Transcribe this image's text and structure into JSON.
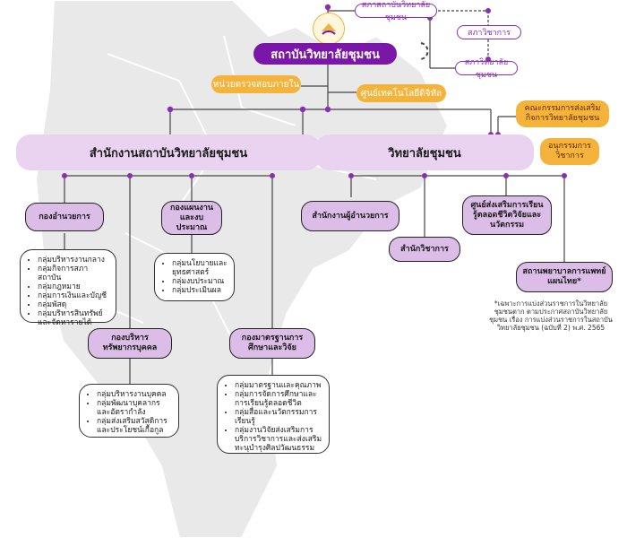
{
  "top": {
    "logo_icon": "college-seal-icon",
    "main_title": "สถาบันวิทยาลัยชุมชน",
    "council_institute": "สภาสถาบันวิทยาลัยชุมชน",
    "academic_council": "สภาวิชาการ",
    "college_council": "สภาวิทยาลัยชุมชน"
  },
  "support": {
    "internal_audit": "หน่วยตรวจสอบภายใน",
    "digital_center": "ศูนย์เทคโนโลยีดิจิทัล",
    "promotion_committee": "คณะกรรมการส่งเสริมกิจการวิทยาลัยชุมชน",
    "subcommittee": "อนุกรรมการวิชาการ"
  },
  "bands": {
    "office": "สำนักงานสถาบันวิทยาลัยชุมชน",
    "college": "วิทยาลัยชุมชน"
  },
  "office_divisions": [
    {
      "name": "กองอำนวยการ",
      "items": [
        "กลุ่มบริหารงานกลาง",
        "กลุ่มกิจการสภาสถาบัน",
        "กลุ่มกฎหมาย",
        "กลุ่มการเงินและบัญชี",
        "กลุ่มพัสดุ",
        "กลุ่มบริหารสินทรัพย์และจัดหารายได้"
      ]
    },
    {
      "name": "กองแผนงานและงบประมาณ",
      "items": [
        "กลุ่มนโยบายและยุทธศาสตร์",
        "กลุ่มงบประมาณ",
        "กลุ่มประเมินผล"
      ]
    },
    {
      "name": "กองบริหารทรัพยากรบุคคล",
      "items": [
        "กลุ่มบริหารงานบุคคล",
        "กลุ่มพัฒนาบุคลากรและอัตรากำลัง",
        "กลุ่มส่งเสริมสวัสดิการและประโยชน์เกื้อกูล"
      ]
    },
    {
      "name": "กองมาตรฐานการศึกษาและวิจัย",
      "items": [
        "กลุ่มมาตรฐานและคุณภาพ",
        "กลุ่มการจัดการศึกษาและการเรียนรู้ตลอดชีวิต",
        "กลุ่มสื่อและนวัตกรรมการเรียนรู้",
        "กลุ่มงานวิจัยส่งเสริมการบริการวิชาการและส่งเสริมทะนุบำรุงศิลปวัฒนธรรม"
      ]
    }
  ],
  "college_units": [
    {
      "name": "สำนักงานผู้อำนวยการ"
    },
    {
      "name": "สำนักวิชาการ"
    },
    {
      "name": "ศูนย์ส่งเสริมการเรียนรู้ตลอดชีวิตวิจัยและนวัตกรรม"
    },
    {
      "name": "สถานพยาบาลการแพทย์แผนไทย*"
    }
  ],
  "footnote": "*เฉพาะการแบ่งส่วนราชการในวิทยาลัยชุมชนตาก ตามประกาศสถาบันวิทยาลัยชุมชน เรื่อง การแบ่งส่วนราชการในสถาบันวิทยาลัยชุมชน (ฉบับที่ 2) พ.ศ. 2565",
  "colors": {
    "primary": "#7a16a8",
    "band": "#ead2f1",
    "lilac": "#dcbde8",
    "orange": "#f6b33b",
    "connector": "#444444",
    "dot": "#8a2fb4"
  }
}
